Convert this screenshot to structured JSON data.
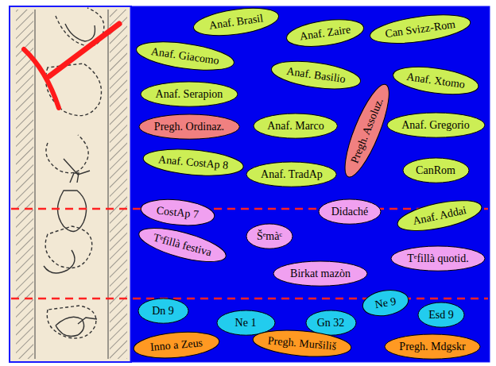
{
  "diagram": {
    "nodes": [
      {
        "text": [
          "Anaf. Brasil"
        ]
      },
      {
        "text": [
          "Anaf. Zaire"
        ]
      },
      {
        "text": [
          "Can Svizz-Rom"
        ]
      },
      {
        "text": [
          "Anaf. Giacomo"
        ]
      },
      {
        "text": [
          "Anaf. Basilio"
        ]
      },
      {
        "text": [
          "Anaf. Xtomo"
        ]
      },
      {
        "text": [
          "Anaf. Serapion"
        ]
      },
      {
        "text": [
          "Pregh. Ordinaz."
        ]
      },
      {
        "text": [
          "Anaf. Marco"
        ]
      },
      {
        "text": [
          "Pregh. Assoluz."
        ]
      },
      {
        "text": [
          "Anaf. Gregorio"
        ]
      },
      {
        "text": [
          "Anaf. CostAp 8"
        ]
      },
      {
        "text": [
          "Anaf. TradAp"
        ]
      },
      {
        "text": [
          "CanRom"
        ]
      },
      {
        "text": [
          "CostAp 7"
        ]
      },
      {
        "text": [
          "Didaché"
        ]
      },
      {
        "text": [
          "Anaf. Addai"
        ]
      },
      {
        "text": [
          "Tᵉfillà festiva"
        ]
      },
      {
        "text": [
          "Šᵉmàᶜ"
        ]
      },
      {
        "text": [
          "Birkat mazòn"
        ]
      },
      {
        "text": [
          "Tᵉfillà quotid."
        ]
      },
      {
        "text": [
          "Dn 9"
        ]
      },
      {
        "text": [
          "Ne 1"
        ]
      },
      {
        "text": [
          "Gn 32"
        ]
      },
      {
        "text": [
          "Ne 9"
        ]
      },
      {
        "text": [
          "Esd 9"
        ]
      },
      {
        "text": [
          "Inno a Zeus"
        ]
      },
      {
        "text": [
          "Pregh. Muršiliš"
        ]
      },
      {
        "text": [
          "Pregh. Mdgskr"
        ]
      }
    ]
  }
}
